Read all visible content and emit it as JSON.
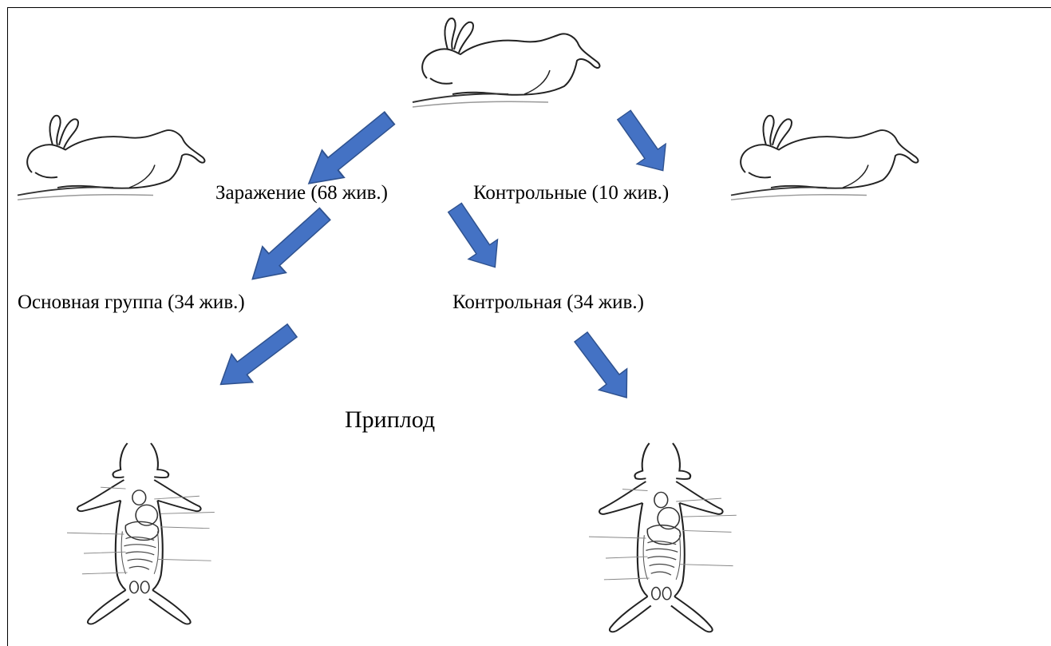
{
  "diagram": {
    "labels": {
      "infection": "Заражение (68 жив.)",
      "control_top": "Контрольные (10 жив.)",
      "main_group": "Основная группа (34 жив.)",
      "control_group": "Контрольная (34 жив.)",
      "offspring": "Приплод"
    },
    "icons": {
      "rabbit": "jumping-rabbit-sketch-icon",
      "anatomy": "rabbit-anatomy-sketch-icon"
    },
    "colors": {
      "arrow_fill": "#4472C4",
      "arrow_stroke": "#2F528F",
      "line": "#000000"
    }
  }
}
